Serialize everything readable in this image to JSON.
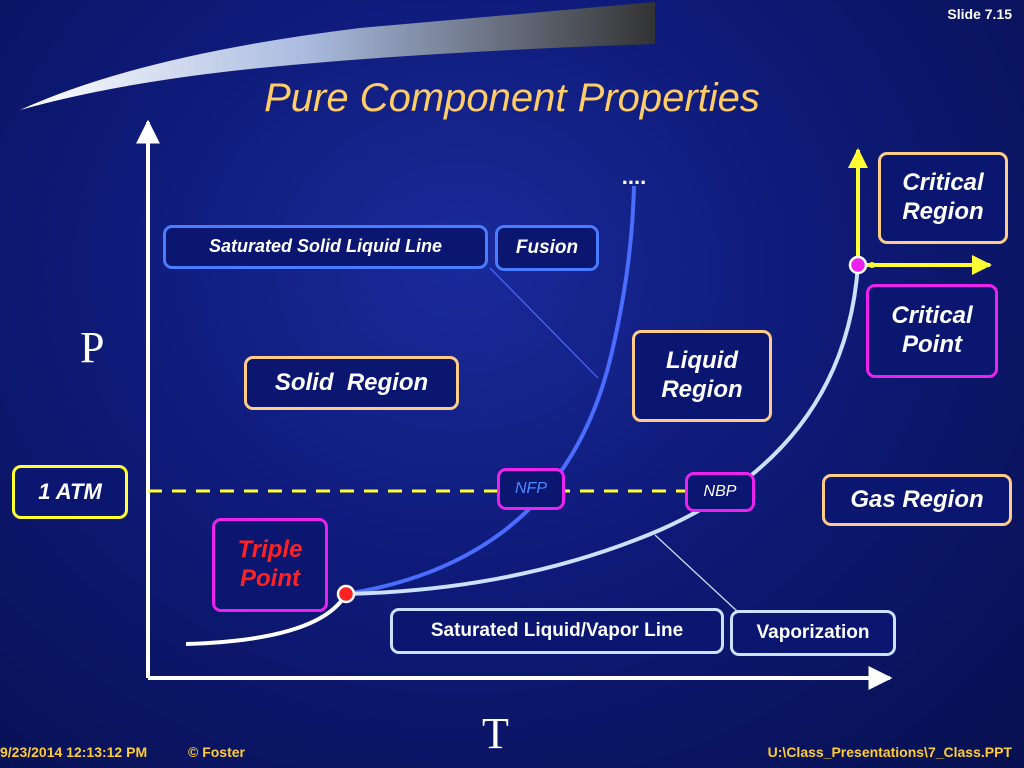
{
  "slide": {
    "number": "Slide 7.15",
    "title": "Pure Component Properties"
  },
  "axes": {
    "y_label": "P",
    "x_label": "T"
  },
  "labels": {
    "saturated_solid_liquid": "Saturated Solid Liquid Line",
    "fusion": "Fusion",
    "solid_region": "Solid  Region",
    "liquid_region_1": "Liquid",
    "liquid_region_2": "Region",
    "critical_region_1": "Critical",
    "critical_region_2": "Region",
    "critical_point_1": "Critical",
    "critical_point_2": "Point",
    "one_atm": "1 ATM",
    "nfp": "NFP",
    "nbp": "NBP",
    "gas_region": "Gas Region",
    "triple_point_1": "Triple",
    "triple_point_2": "Point",
    "saturated_liquid_vapor": "Saturated Liquid/Vapor Line",
    "vaporization": "Vaporization",
    "dots": "...."
  },
  "footer": {
    "date": "9/23/2014 12:13:12 PM",
    "copyright": "© Foster",
    "path": "U:\\Class_Presentations\\7_Class.PPT"
  },
  "colors": {
    "title": "#ffcc66",
    "fusion_curve": "#4a6cff",
    "vapor_curve": "#cce0ff",
    "atm_line": "#ffff33",
    "critical_point": "#ee22ee",
    "triple_point": "#ff2222"
  }
}
